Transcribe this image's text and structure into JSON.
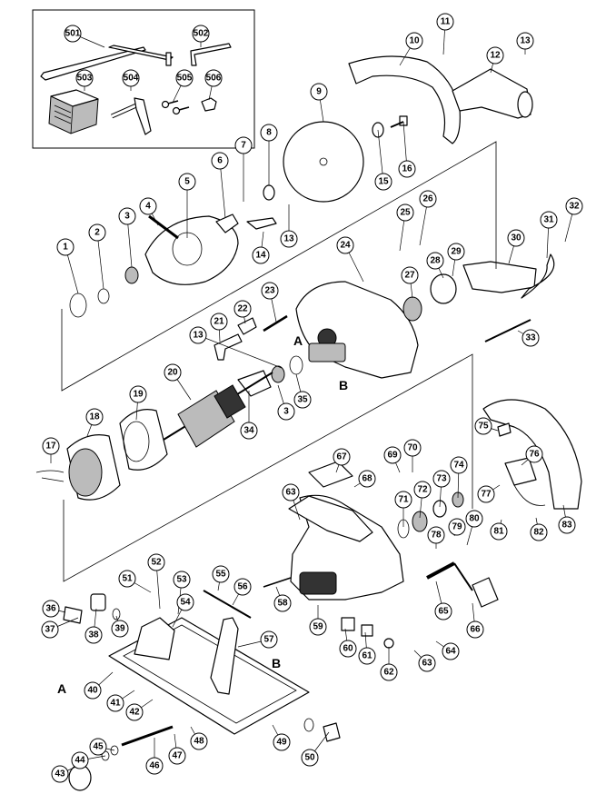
{
  "diagram": {
    "reference_letters": [
      "A",
      "A",
      "B",
      "B"
    ],
    "callouts": [
      "501",
      "502",
      "503",
      "504",
      "505",
      "506",
      "1",
      "2",
      "3",
      "4",
      "5",
      "6",
      "7",
      "8",
      "9",
      "10",
      "11",
      "12",
      "13",
      "13",
      "13",
      "14",
      "15",
      "16",
      "17",
      "18",
      "19",
      "20",
      "21",
      "22",
      "23",
      "24",
      "25",
      "26",
      "27",
      "28",
      "29",
      "30",
      "31",
      "32",
      "33",
      "3",
      "34",
      "35",
      "36",
      "37",
      "38",
      "39",
      "40",
      "41",
      "42",
      "43",
      "44",
      "45",
      "46",
      "47",
      "48",
      "49",
      "50",
      "51",
      "52",
      "53",
      "54",
      "55",
      "56",
      "57",
      "58",
      "59",
      "60",
      "61",
      "62",
      "63",
      "63",
      "64",
      "65",
      "66",
      "67",
      "68",
      "69",
      "70",
      "71",
      "72",
      "73",
      "74",
      "75",
      "76",
      "77",
      "78",
      "79",
      "80",
      "81",
      "82",
      "83"
    ]
  }
}
